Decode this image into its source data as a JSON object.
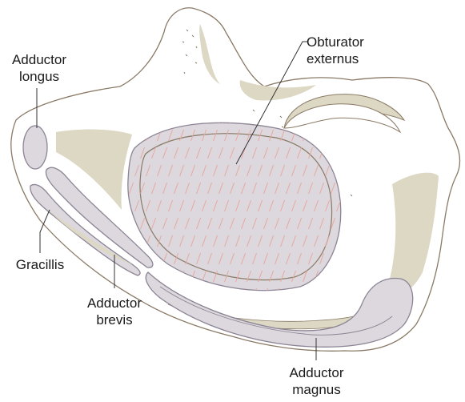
{
  "labels": {
    "adductor_longus": {
      "line1": "Adductor",
      "line2": "longus"
    },
    "obturator_externus": {
      "line1": "Obturator",
      "line2": "externus"
    },
    "gracillis": {
      "line1": "Gracillis"
    },
    "adductor_brevis": {
      "line1": "Adductor",
      "line2": "brevis"
    },
    "adductor_magnus": {
      "line1": "Adductor",
      "line2": "magnus"
    }
  },
  "colors": {
    "bone_fill": "#ffffff",
    "bone_outline": "#8a7a66",
    "bone_shadow": "#dcd8c4",
    "muscle_fill": "#dcd8de",
    "muscle_outline": "#8c8494",
    "fiber_lines": "#e8a8a0",
    "leader_lines": "#333333"
  }
}
